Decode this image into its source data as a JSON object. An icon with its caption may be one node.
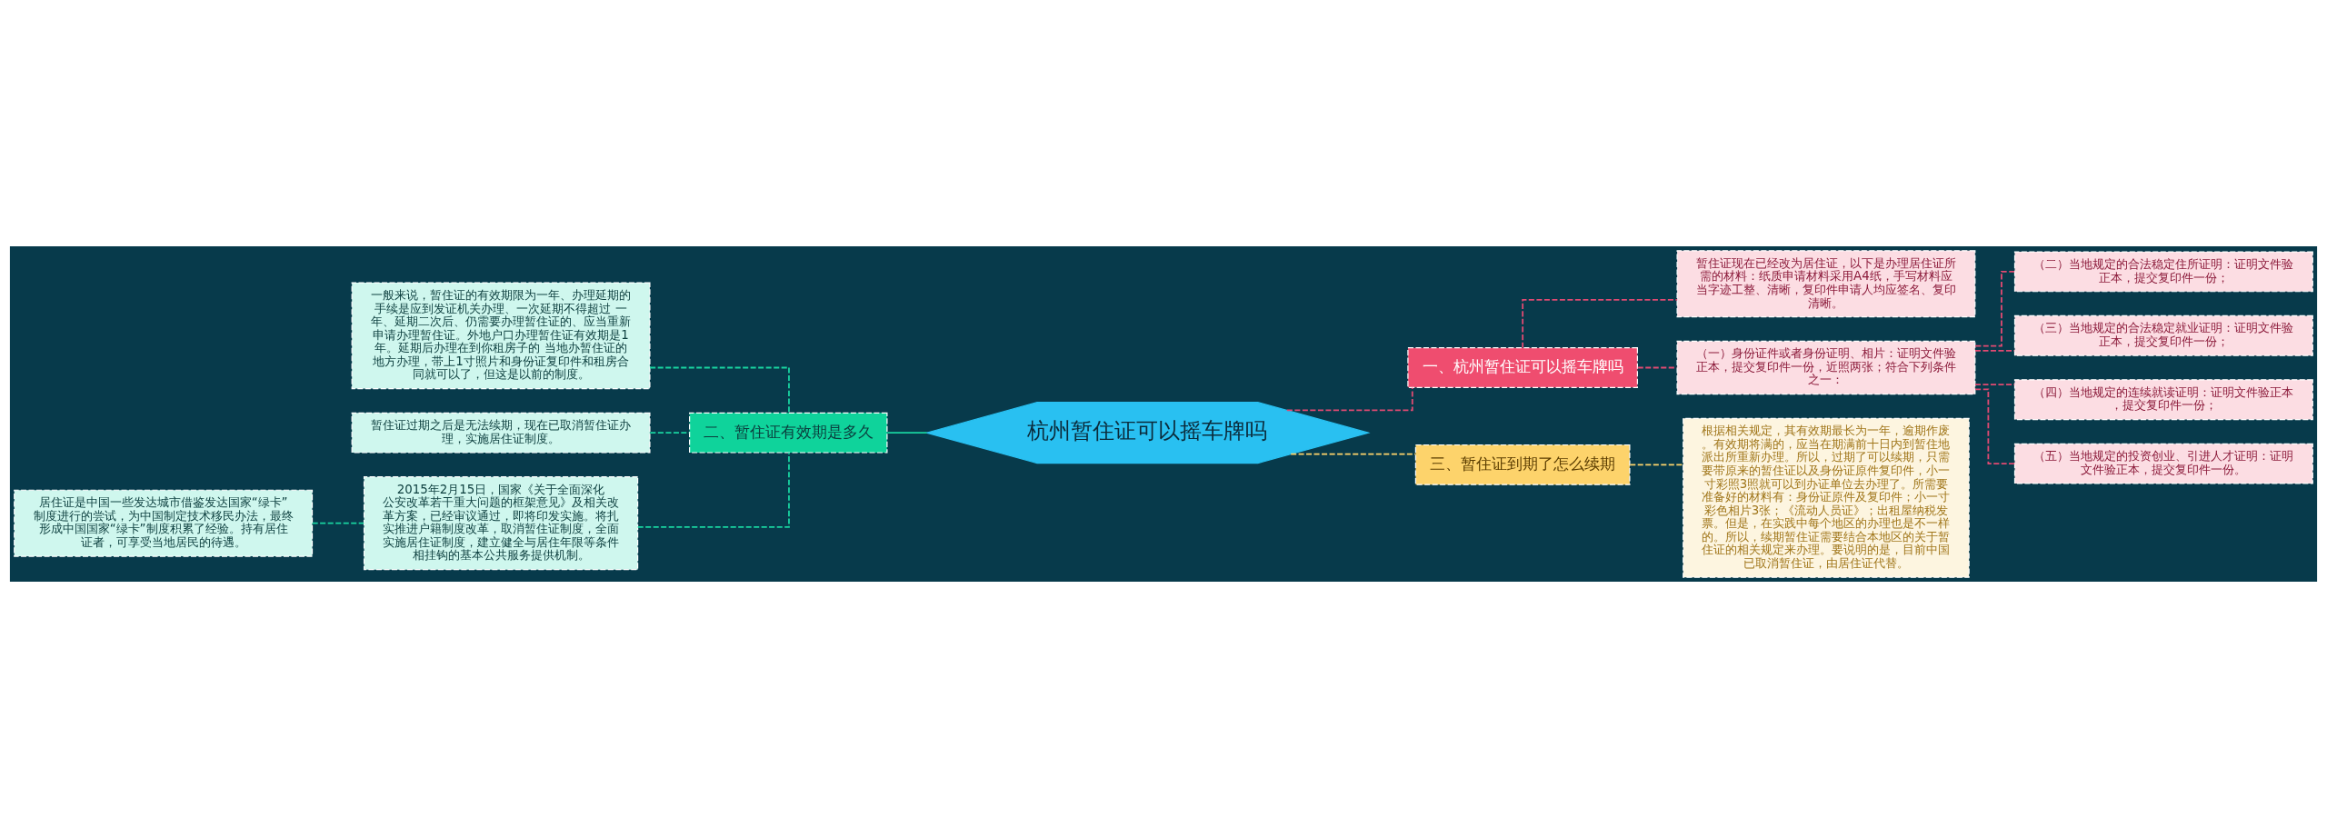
{
  "diagram": {
    "nodes": [
      {
        "text": [
          "杭州暂住证可以摇车牌吗"
        ]
      },
      {
        "text": [
          "一、杭州暂住证可以摇车牌吗"
        ]
      },
      {
        "text": [
          "暂住证现在已经改为居住证，以下是办理居住证所需的材料：纸质申请材料采用A4纸，手写材料应当字迹工整、清晰，复印件申请人均应签名、复印清晰。"
        ]
      },
      {
        "text": [
          "（一）身份证件或者身份证明、相片：证明文件验正本，提交复印件一份，近照两张；符合下列条件之一："
        ]
      },
      {
        "text": [
          "（二）当地规定的合法稳定住所证明：证明文件验正本，提交复印件一份；"
        ]
      },
      {
        "text": [
          "（三）当地规定的合法稳定就业证明：证明文件验正本，提交复印件一份；"
        ]
      },
      {
        "text": [
          "（四）当地规定的连续就读证明：证明文件验正本，提交复印件一份；"
        ]
      },
      {
        "text": [
          "（五）当地规定的投资创业、引进人才证明：证明文件验正本，提交复印件一份。"
        ]
      },
      {
        "text": [
          "二、暂住证有效期是多久"
        ]
      },
      {
        "text": [
          "一般来说，暂住证的有效期限为一年、办理延期的手续是应到发证机关办理、一次延期不得超过 一年、延期二次后、仍需要办理暂住证的、应当重新申请办理暂住证。外地户口办理暂住证有效期是1年。延期后办理在到你租房子的 当地办暂住证的地方办理，带上1寸照片和身份证复印件和租房合同就可以了，但这是以前的制度。"
        ]
      },
      {
        "text": [
          "暂住证过期之后是无法续期，现在已取消暂住证办理，实施居住证制度。"
        ]
      },
      {
        "text": [
          "2015年2月15日，国家《关于全面深化公安改革若干重大问题的框架意见》及相关改革方案，已经审议通过，即将印发实施。将扎实推进户籍制度改革，取消暂住证制度，全面实施居住证制度，建立健全与居住年限等条件相挂钩的基本公共服务提供机制。"
        ]
      },
      {
        "text": [
          "居住证是中国一些发达城市借鉴发达国家“绿卡”制度进行的尝试，为中国制定技术移民办法，最终形成中国国家“绿卡”制度积累了经验。持有居住证者，可享受当地居民的待遇。"
        ]
      },
      {
        "text": [
          "三、暂住证到期了怎么续期"
        ]
      },
      {
        "text": [
          "根据相关规定，其有效期最长为一年，逾期作废。有效期将满的，应当在期满前十日内到暂住地派出所重新办理。所以，过期了可以续期，只需要带原来的暂住证以及身份证原件复印件，小一寸彩照3照就可以到办证单位去办理了。所需要准备好的材料有：身份证原件及复印件；小一寸彩色相片3张；《流动人员证》；出租屋纳税发票。但是，在实践中每个地区的办理也是不一样的。所以，续期暂住证需要结合本地区的关于暂住证的相关规定来办理。要说明的是，目前中国已取消暂住证，由居住证代替。"
        ]
      }
    ],
    "edges": [
      {
        "from": 0,
        "to": 1,
        "arrow": "none",
        "style": "dashed"
      },
      {
        "from": 1,
        "to": 2,
        "arrow": "none",
        "style": "dashed"
      },
      {
        "from": 1,
        "to": 3,
        "arrow": "none",
        "style": "dashed"
      },
      {
        "from": 3,
        "to": 4,
        "arrow": "none",
        "style": "dashed"
      },
      {
        "from": 3,
        "to": 5,
        "arrow": "none",
        "style": "dashed"
      },
      {
        "from": 3,
        "to": 6,
        "arrow": "none",
        "style": "dashed"
      },
      {
        "from": 3,
        "to": 7,
        "arrow": "none",
        "style": "dashed"
      },
      {
        "from": 0,
        "to": 8,
        "arrow": "none",
        "color": "#19d3a0"
      },
      {
        "from": 8,
        "to": 9,
        "arrow": "none",
        "style": "dashed",
        "color": "#19d3a0"
      },
      {
        "from": 8,
        "to": 10,
        "arrow": "none",
        "style": "dashed",
        "color": "#19d3a0"
      },
      {
        "from": 8,
        "to": 11,
        "arrow": "none",
        "style": "dashed",
        "color": "#19d3a0"
      },
      {
        "from": 11,
        "to": 12,
        "arrow": "none",
        "style": "dashed",
        "color": "#19d3a0"
      },
      {
        "from": 0,
        "to": 13,
        "arrow": "none",
        "style": "dashed",
        "color": "#fdd36b"
      },
      {
        "from": 13,
        "to": 14,
        "arrow": "none",
        "style": "dashed",
        "color": "#fdd36b"
      }
    ]
  }
}
